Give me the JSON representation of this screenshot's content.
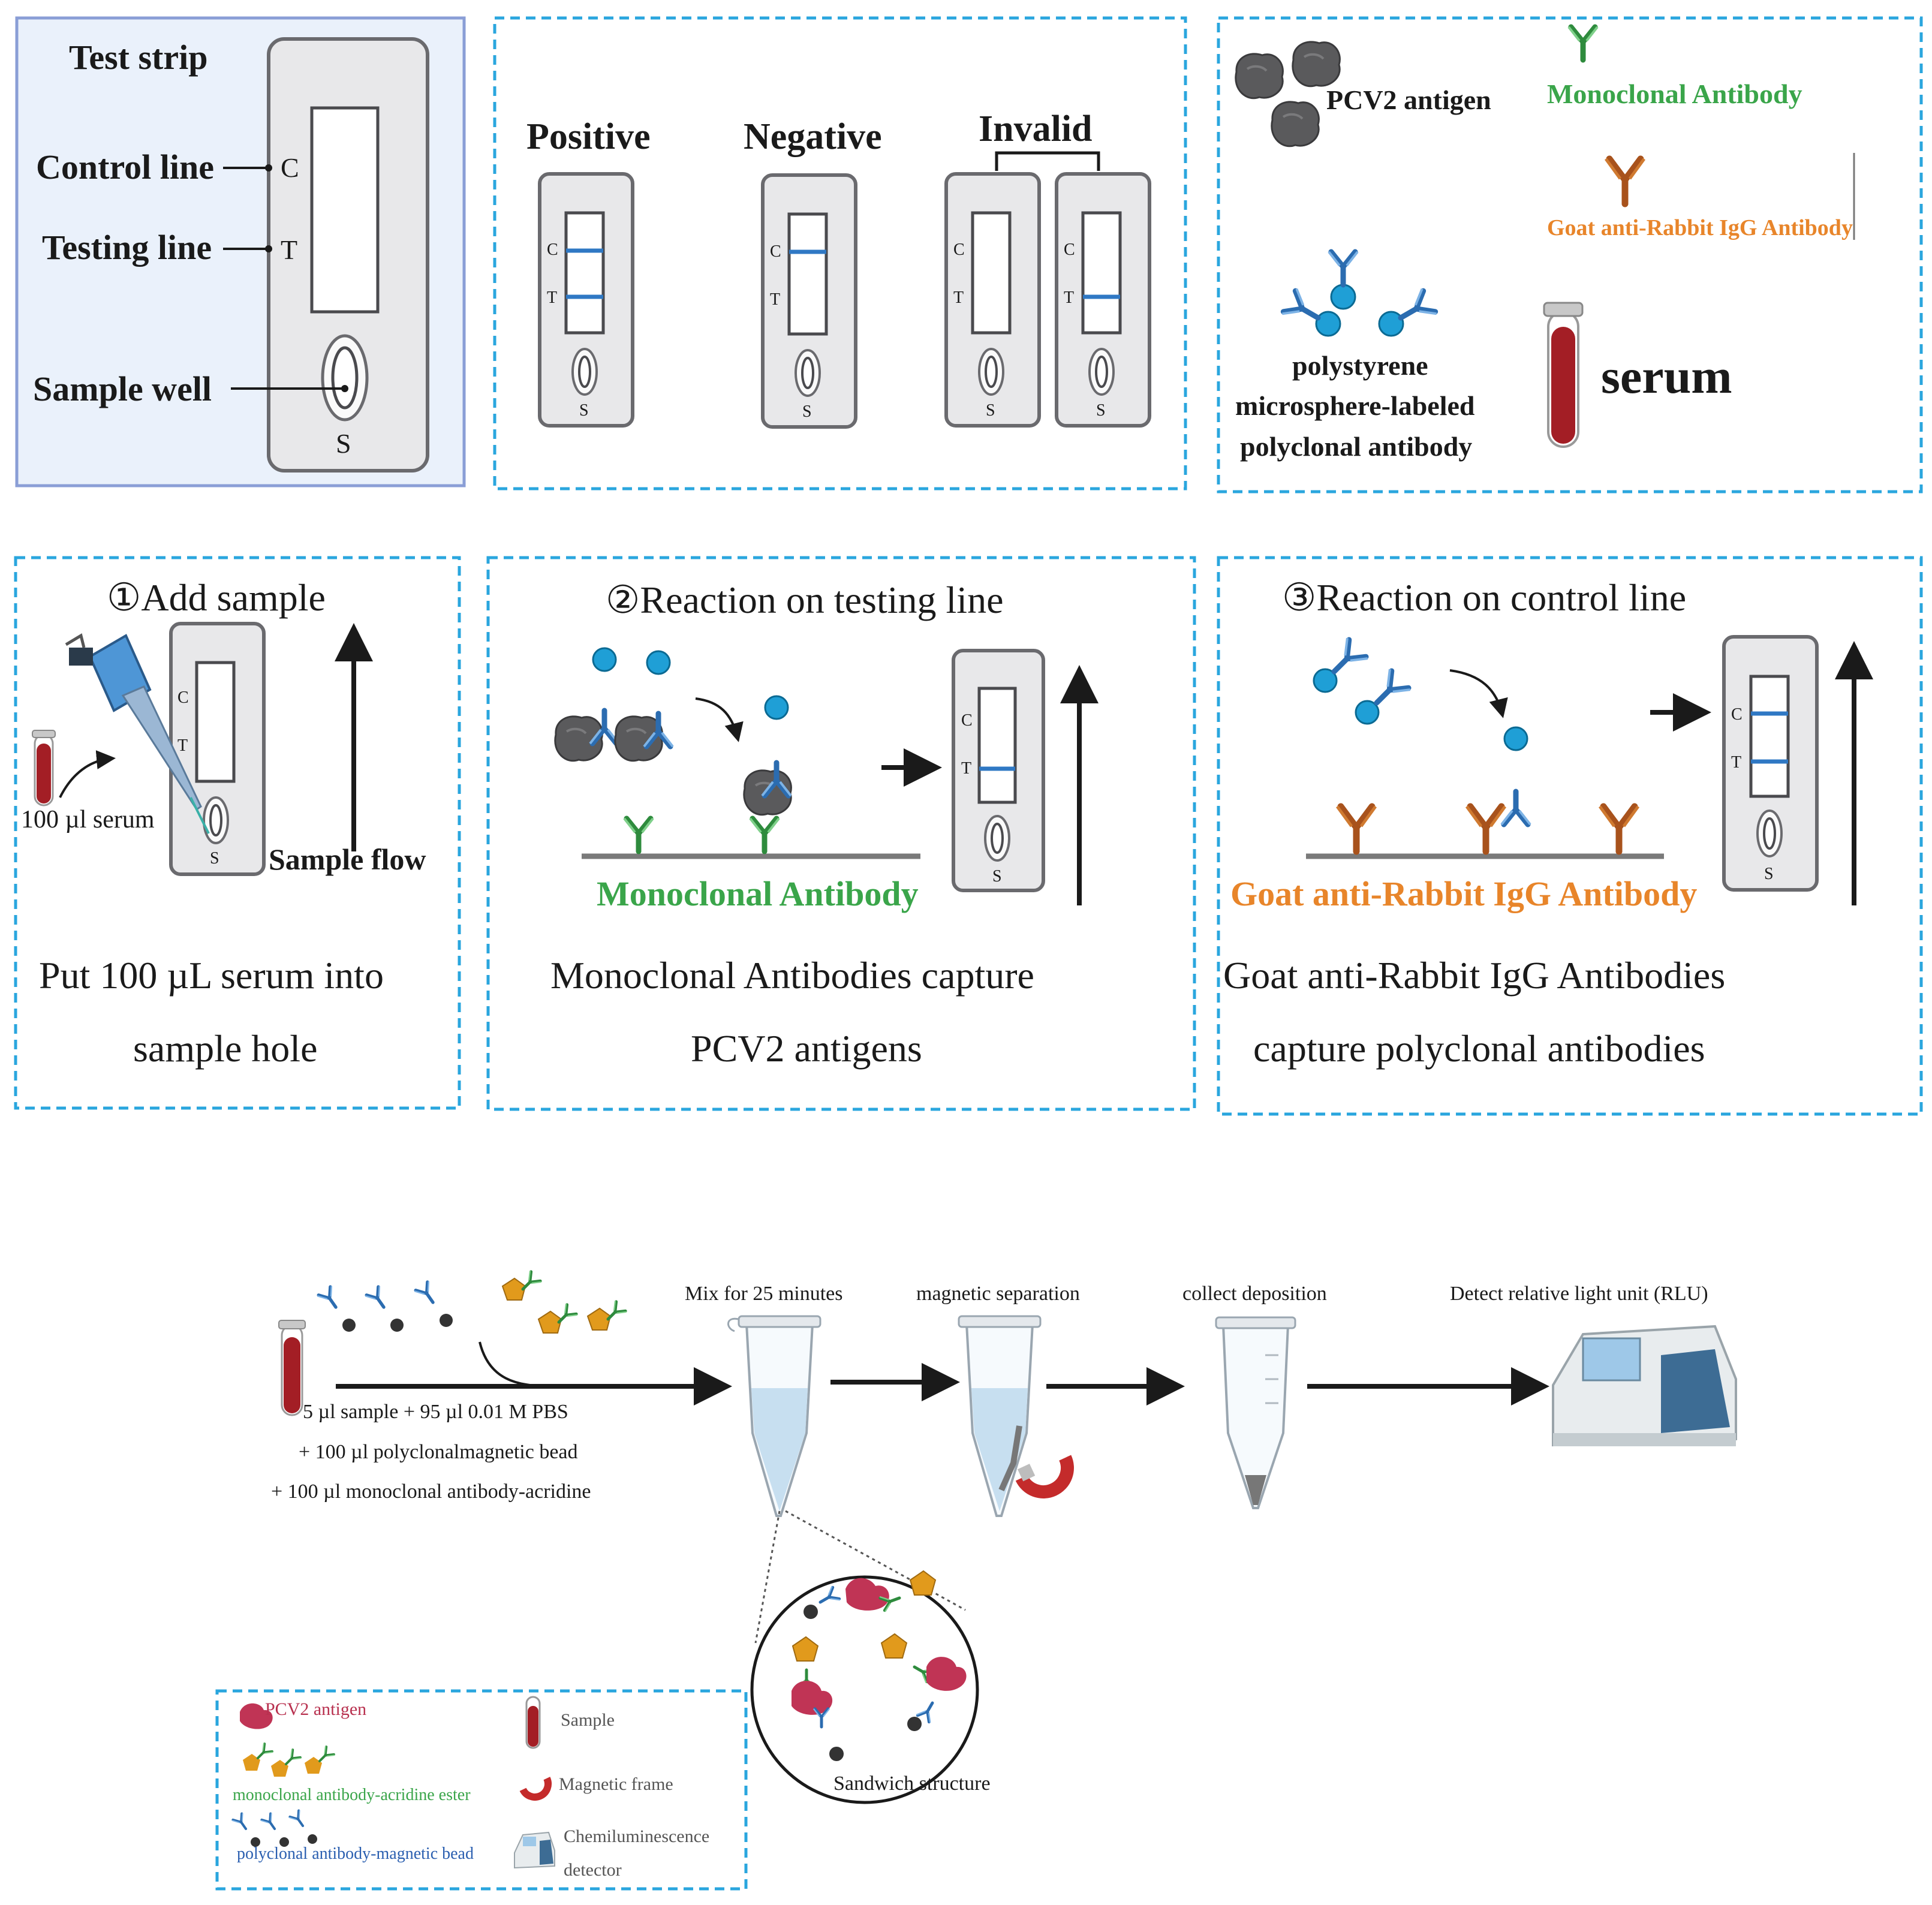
{
  "panel_strip": {
    "title": "Test strip",
    "control_line": "Control line",
    "testing_line": "Testing line",
    "sample_well": "Sample well",
    "c": "C",
    "t": "T",
    "s": "S"
  },
  "panel_results": {
    "positive": "Positive",
    "negative": "Negative",
    "invalid": "Invalid",
    "c": "C",
    "t": "T",
    "s": "S"
  },
  "panel_legend": {
    "pcv2_antigen": "PCV2 antigen",
    "monoclonal_antibody": "Monoclonal Antibody",
    "goat_antibody": "Goat anti-Rabbit IgG Antibody",
    "polystyrene_1": "polystyrene",
    "polystyrene_2": "microsphere-labeled",
    "polystyrene_3": "polyclonal antibody",
    "serum": "serum"
  },
  "step1": {
    "title": "①Add sample",
    "serum_label": "100 µl serum",
    "flow_label": "Sample flow",
    "desc_1": "Put 100 µL serum into",
    "desc_2": "sample hole",
    "c": "C",
    "t": "T",
    "s": "S"
  },
  "step2": {
    "title": "②Reaction on testing line",
    "antibody_label": "Monoclonal Antibody",
    "desc_1": "Monoclonal Antibodies capture",
    "desc_2": "PCV2 antigens",
    "c": "C",
    "t": "T",
    "s": "S"
  },
  "step3": {
    "title": "③Reaction on control line",
    "antibody_label": "Goat anti-Rabbit IgG Antibody",
    "desc_1": "Goat anti-Rabbit IgG Antibodies",
    "desc_2": "capture polyclonal antibodies",
    "c": "C",
    "t": "T",
    "s": "S"
  },
  "workflow": {
    "mix": "Mix for 25 minutes",
    "magnetic": "magnetic separation",
    "collect": "collect deposition",
    "detect": "Detect relative light unit (RLU)",
    "reagent_1": "5 µl sample + 95 µl  0.01 M PBS",
    "reagent_2": "+ 100 µl polyclonalmagnetic bead",
    "reagent_3": "+ 100 µl  monoclonal antibody-acridine",
    "sandwich": "Sandwich structure"
  },
  "bottom_legend": {
    "pcv2": "PCV2 antigen",
    "mono_acridine": "monoclonal antibody-acridine ester",
    "poly_bead": "polyclonal antibody-magnetic bead",
    "sample": "Sample",
    "magnetic_frame": "Magnetic frame",
    "chemi_1": "Chemiluminescence",
    "chemi_2": "detector"
  },
  "colors": {
    "dash_border": "#2aa6de",
    "line_blue": "#2f78c4",
    "green": "#3aa54a",
    "orange": "#e8852a",
    "antigen_red": "#b8314f",
    "blood": "#a31e25"
  }
}
